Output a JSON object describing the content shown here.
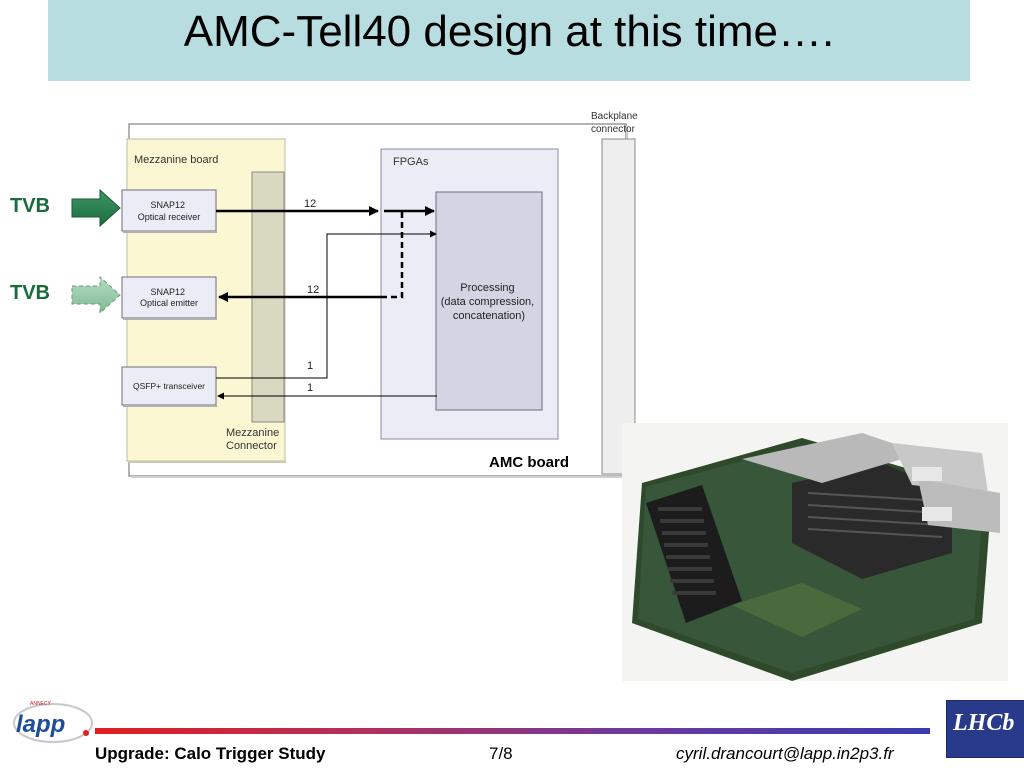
{
  "slide": {
    "title": "AMC-Tell40 design at this time….",
    "page": "7/8"
  },
  "labels": {
    "tvb_top": "TVB",
    "tvb_bottom": "TVB"
  },
  "diagram": {
    "backplane_connector": [
      "Backplane",
      "connector"
    ],
    "mezzanine_board": "Mezzanine board",
    "fpgas": "FPGAs",
    "snap12_rx": [
      "SNAP12",
      "Optical receiver"
    ],
    "snap12_tx": [
      "SNAP12",
      "Optical emitter"
    ],
    "qsfp": "QSFP+ transceiver",
    "processing": [
      "Processing",
      "(data compression,",
      "concatenation)"
    ],
    "mezzanine_connector": [
      "Mezzanine",
      "Connector"
    ],
    "amc_board": "AMC board",
    "link_rx_count": "12",
    "link_tx_count": "12",
    "link_qsfp_in": "1",
    "link_qsfp_out": "1"
  },
  "footer": {
    "left": "Upgrade: Calo Trigger Study",
    "right": "cyril.drancourt@lapp.in2p3.fr",
    "lapp_logo": "lapp",
    "lapp_logo_small": "ANNECY",
    "lhcb_logo": "LHCb"
  },
  "colors": {
    "title_bg": "#b7dde0",
    "tvb_text": "#1a6a3c",
    "arrow_green": "#2e7d4f",
    "mezzanine_bg": "#faf7d2",
    "fpga_bg": "#ececf6",
    "processing_bg": "#d4d4e2"
  }
}
